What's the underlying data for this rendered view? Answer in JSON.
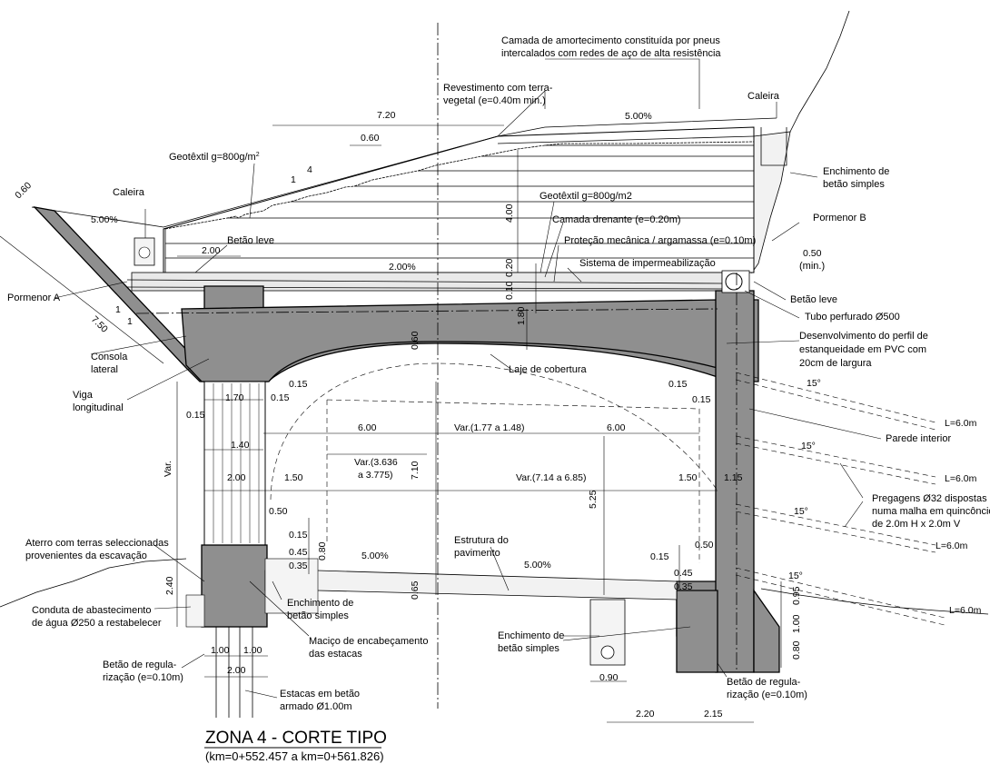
{
  "title": "ZONA 4 - CORTE TIPO",
  "subtitle": "(km=0+552.457 a km=0+561.826)",
  "labels": {
    "camada_amort_1": "Camada de amortecimento constituída por pneus",
    "camada_amort_2": "intercalados com redes de aço de alta resistência",
    "revestimento_1": "Revestimento com terra-",
    "revestimento_2": "vegetal (e=0.40m min.)",
    "caleira_right": "Caleira",
    "caleira_left": "Caleira",
    "geotextil_top": "Geotêxtil g=800g/m",
    "geotextil_top_sup": "2",
    "enchimento_top_1": "Enchimento de",
    "enchimento_top_2": "betão simples",
    "geotextil_mid": "Geotêxtil g=800g/m2",
    "pormenor_b": "Pormenor B",
    "camada_drenante": "Camada drenante (e=0.20m)",
    "betao_leve_left": "Betão leve",
    "protecao": "Proteção mecânica / argamassa (e=0.10m)",
    "min": "(min.)",
    "impermeabilizacao": "Sistema de impermeabilização",
    "pormenor_a": "Pormenor A",
    "betao_leve_right": "Betão leve",
    "tubo": "Tubo perfurado Ø500",
    "consola_1": "Consola",
    "consola_2": "lateral",
    "desenv_1": "Desenvolvimento do perfil de",
    "desenv_2": "estanqueidade em PVC com",
    "desenv_3": "20cm de largura",
    "laje": "Laje de cobertura",
    "viga_1": "Viga",
    "viga_2": "longitudinal",
    "parede": "Parede interior",
    "pregagens_1": "Pregagens  Ø32  dispostas",
    "pregagens_2": "numa malha em quincôncio",
    "pregagens_3": "de 2.0m H x 2.0m V",
    "aterro_1": "Aterro com terras seleccionadas",
    "aterro_2": "provenientes da escavação",
    "estrutura_1": "Estrutura do",
    "estrutura_2": "pavimento",
    "conduta_1": "Conduta de abastecimento",
    "conduta_2": "de água Ø250 a restabelecer",
    "enchimento_left_1": "Enchimento de",
    "enchimento_left_2": "betão simples",
    "macico_1": "Maciço de encabeçamento",
    "macico_2": "das estacas",
    "enchimento_mid_1": "Enchimento de",
    "enchimento_mid_2": "betão simples",
    "betao_reg_left_1": "Betão de regula-",
    "betao_reg_left_2": "rização (e=0.10m)",
    "betao_reg_right_1": "Betão de regula-",
    "betao_reg_right_2": "rização (e=0.10m)",
    "estacas_1": "Estacas em betão",
    "estacas_2": "armado Ø1.00m"
  },
  "dimensions": {
    "d720": "7.20",
    "d500pct_top": "5.00%",
    "d060_top": "0.60",
    "d060_left": "0.60",
    "d400": "4.00",
    "d500pct_left": "5.00%",
    "slope_1": "1",
    "slope_4": "4",
    "d200_top": "2.00",
    "d200pct": "2.00%",
    "d020": "0.20",
    "d010": "0.10",
    "d050_right": "0.50",
    "d750": "7.50",
    "slope1_a": "1",
    "slope1_b": "1",
    "d180": "1.80",
    "d060_mid": "0.60",
    "d015_a": "0.15",
    "d015_b": "0.15",
    "d015_c": "0.15",
    "d015_d": "0.15",
    "d015_e": "0.15",
    "d170": "1.70",
    "d015_vl": "0.15",
    "var_left": "Var.",
    "d600_l": "6.00",
    "var_177": "Var.(1.77 a 1.48)",
    "d600_r": "6.00",
    "d140": "1.40",
    "var_3636_1": "Var.(3.636",
    "var_3636_2": "a 3.775)",
    "d710": "7.10",
    "d200_mid": "2.00",
    "d150_l": "1.50",
    "var_714": "Var.(7.14 a 6.85)",
    "d150_r": "1.50",
    "d115": "1.15",
    "d525": "5.25",
    "d050_l": "0.50",
    "d015_f": "0.15",
    "d045_l": "0.45",
    "d080_l": "0.80",
    "d035_l": "0.35",
    "d500pct_a": "5.00%",
    "d500pct_b": "5.00%",
    "d015_g": "0.15",
    "d050_r": "0.50",
    "d045_r": "0.45",
    "d035_r": "0.35",
    "d240": "2.40",
    "d065": "0.65",
    "d100_a": "1.00",
    "d100_b": "1.00",
    "d200_bot": "2.00",
    "d090": "0.90",
    "d220": "2.20",
    "d215": "2.15",
    "d095": "0.95",
    "d100_c": "1.00",
    "d080_r": "0.80",
    "ang1": "15°",
    "ang2": "15°",
    "ang3": "15°",
    "ang4": "15°",
    "L1": "L=6.0m",
    "L2": "L=6.0m",
    "L3": "L=6.0m",
    "L4": "L=6.0m"
  }
}
